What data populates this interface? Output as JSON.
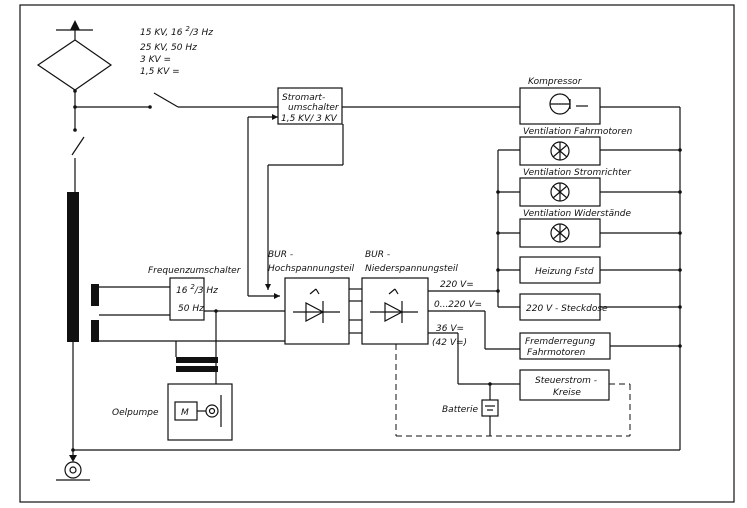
{
  "supply": {
    "line1_main": "15 KV, 16 ",
    "line1_sup": "2",
    "line1_frac": "/3 Hz",
    "line2": "25 KV, 50 Hz",
    "line3": "3 KV =",
    "line4": "1,5 KV ="
  },
  "stromart": {
    "line1": "Stromart-",
    "line2": "umschalter",
    "line3": "1,5 KV/ 3 KV"
  },
  "frequenz": {
    "label": "Frequenzumschalter",
    "val1_main": "16 ",
    "val1_sup": "2",
    "val1_frac": "/3 Hz",
    "val2": "50 Hz"
  },
  "bur_hoch": {
    "line1": "BUR -",
    "line2": "Hochspannungsteil"
  },
  "bur_nieder": {
    "line1": "BUR -",
    "line2": "Niederspannungsteil"
  },
  "outputs": {
    "v220": "220 V=",
    "v0220": "0...220 V=",
    "v36": "36 V=",
    "v42": "(42 V=)"
  },
  "loads": {
    "kompressor": "Kompressor",
    "vent_fahr": "Ventilation  Fahrmotoren",
    "vent_strom": "Ventilation  Stromrichter",
    "vent_wider": "Ventilation  Widerstände",
    "heizung": "Heizung  Fstd",
    "steckdose": "220 V - Steckdose",
    "fremd_1": "Fremderregung",
    "fremd_2": "Fahrmotoren",
    "steuer_1": "Steuerstrom -",
    "steuer_2": "Kreise"
  },
  "misc": {
    "oelpumpe": "Oelpumpe",
    "batterie": "Batterie",
    "motor_letter": "M"
  }
}
